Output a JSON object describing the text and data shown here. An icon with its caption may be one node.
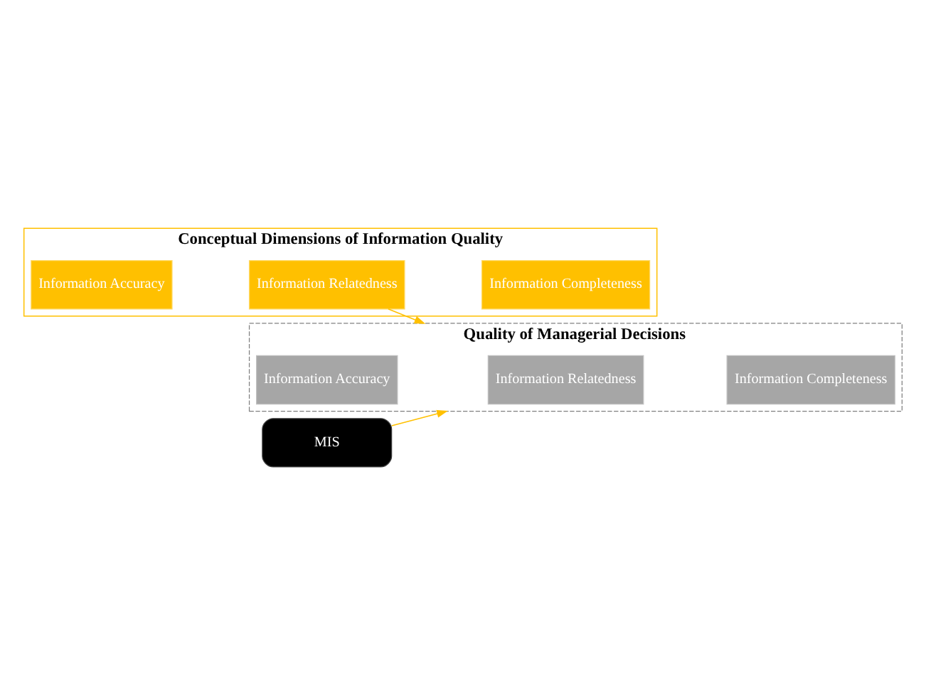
{
  "diagram": {
    "nodes": [
      {
        "text": [
          "Conceptual Dimensions of Information Quality"
        ]
      },
      {
        "text": [
          "Information Accuracy"
        ],
        "in": 0
      },
      {
        "text": [
          "Information Relatedness"
        ],
        "in": 0
      },
      {
        "text": [
          "Information Completeness"
        ],
        "in": 0
      },
      {
        "text": [
          "Quality of Managerial Decisions"
        ]
      },
      {
        "text": [
          "Information Accuracy"
        ],
        "in": 4
      },
      {
        "text": [
          "Information Relatedness"
        ],
        "in": 4
      },
      {
        "text": [
          "Information Completeness"
        ],
        "in": 4
      },
      {
        "text": [
          "MIS"
        ]
      }
    ],
    "edges": [
      {
        "from": 2,
        "to": 4,
        "arrow": "to",
        "color": "#ffc000"
      },
      {
        "from": 8,
        "to": 4,
        "arrow": "to",
        "color": "#ffc000"
      }
    ]
  }
}
